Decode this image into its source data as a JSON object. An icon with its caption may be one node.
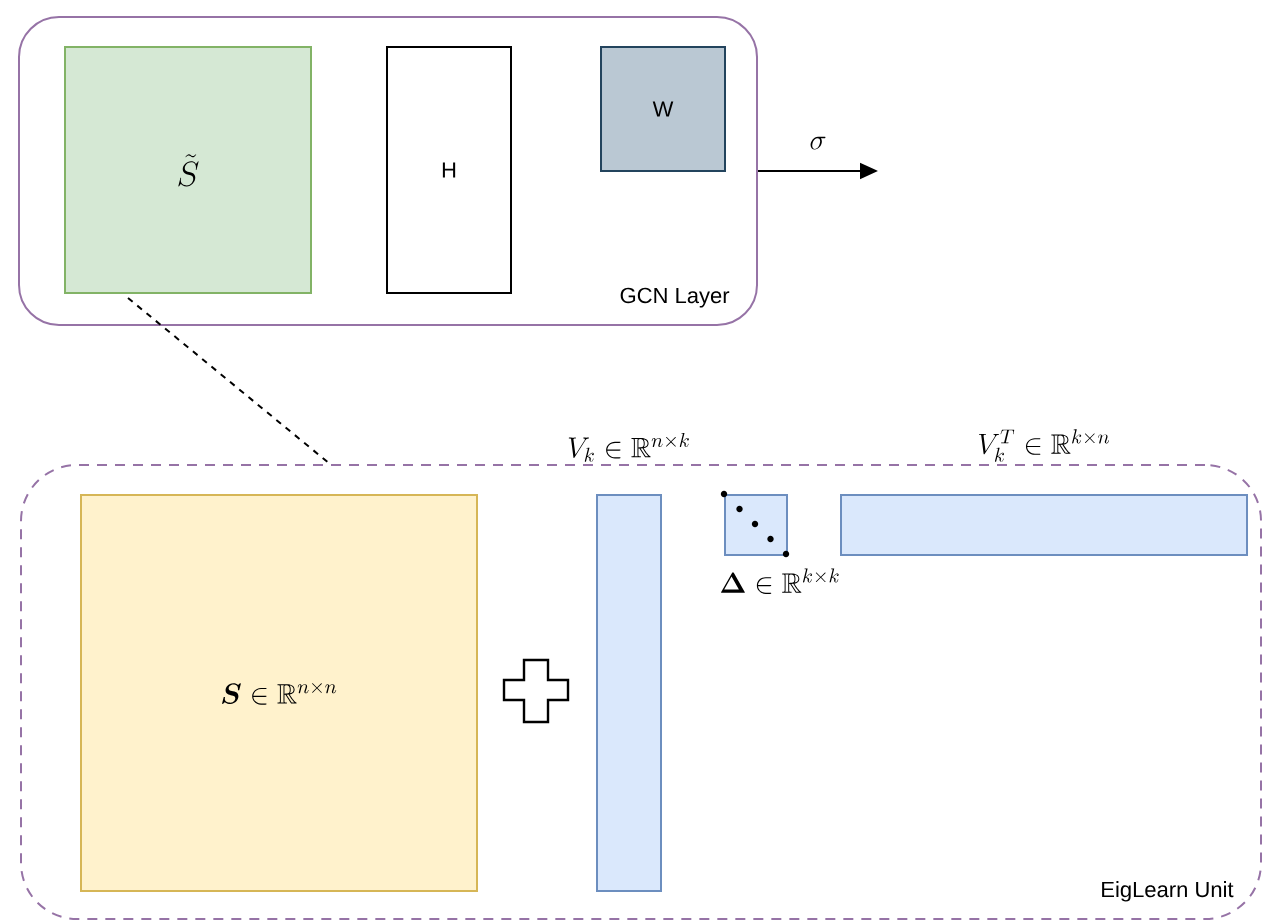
{
  "diagram": {
    "nodes": [
      {
        "text": [
          "GCN Layer"
        ]
      },
      {
        "text": [
          "\\tilde{S}"
        ],
        "in": 0
      },
      {
        "text": [
          "H"
        ],
        "in": 0
      },
      {
        "text": [
          "W"
        ],
        "in": 0
      },
      {
        "text": [
          "EigLearn Unit"
        ]
      },
      {
        "text": [
          "\\boldsymbol{S} \\in \\mathbb{R}^{n \\times n}"
        ],
        "in": 4
      },
      {
        "text": [
          "V_k \\in \\mathbb{R}^{n \\times k}"
        ],
        "in": 4
      },
      {
        "text": [
          "\\boldsymbol{\\Delta} \\in \\mathbb{R}^{k \\times k}"
        ],
        "in": 4
      },
      {
        "text": [
          "V_k^T \\in \\mathbb{R}^{k \\times n}"
        ],
        "in": 4
      }
    ],
    "edges": [
      {
        "from": 1,
        "to": 4,
        "arrow": "none",
        "style": "dashed"
      },
      {
        "from": 0,
        "to": null,
        "arrow": "to",
        "label": "\\sigma"
      }
    ]
  }
}
